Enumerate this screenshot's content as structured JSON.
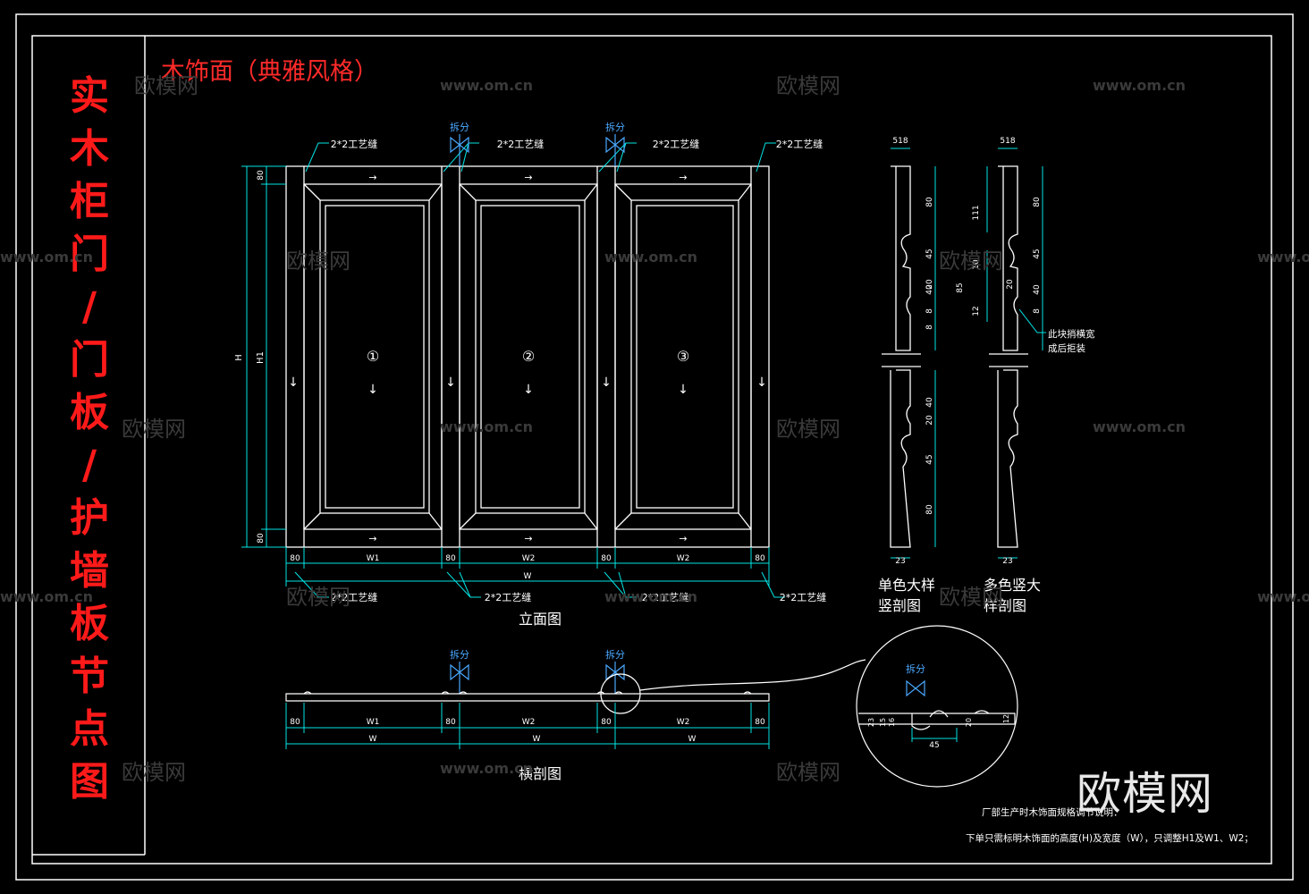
{
  "sheet_title": "木饰面（典雅风格）",
  "vertical_title": [
    "实",
    "木",
    "柜",
    "门",
    "/",
    "门",
    "板",
    "/",
    "护",
    "墙",
    "板",
    "节",
    "点",
    "图"
  ],
  "watermarks": {
    "cn": "欧模网",
    "url": "www.om.cn"
  },
  "brand": "欧模网",
  "elevation": {
    "caption": "立面图",
    "split_label": "拆分",
    "seam_label": "2*2工艺缝",
    "panel_numbers": [
      "①",
      "②",
      "③"
    ],
    "dim_h_total": "H",
    "dim_h_inner": "H1",
    "dim_rail": "80",
    "dim_stile": "80",
    "dim_w1": "W1",
    "dim_w2": "W2",
    "dim_w": "W"
  },
  "section_h": {
    "caption": "横剖图",
    "split_label": "拆分",
    "dims_top": [
      "80",
      "W1",
      "80",
      "W2",
      "80",
      "W2",
      "80"
    ],
    "dims_bottom": [
      "W",
      "W",
      "W"
    ]
  },
  "detail": {
    "split_label": "拆分",
    "dims": [
      "23",
      "15",
      "16",
      "45",
      "20",
      "12"
    ]
  },
  "section_v1": {
    "caption_line1": "单色大样",
    "caption_line2": "竖剖图",
    "top_dim": "518",
    "bottom_dim": "23",
    "dims": [
      "80",
      "45",
      "20",
      "40",
      "8",
      "8",
      "40",
      "20",
      "45",
      "80"
    ]
  },
  "section_v2": {
    "caption_line1": "多色竖大",
    "caption_line2": "样剖图",
    "top_dim": "518",
    "bottom_dim": "23",
    "dims": [
      "111",
      "10",
      "85",
      "12",
      "80",
      "45",
      "20",
      "40",
      "8"
    ],
    "note_line1": "此块捎横宽",
    "note_line2": "成后拒装"
  },
  "footnote": {
    "line1": "厂部生产时木饰面规格调节说明：",
    "line2": "下单只需标明木饰面的高度(H)及宽度（W），只调整H1及W1、W2；"
  },
  "colors": {
    "line": "#ffffff",
    "dim": "#00e5e5",
    "title": "#ff1a1a",
    "split": "#4aa8ff"
  }
}
